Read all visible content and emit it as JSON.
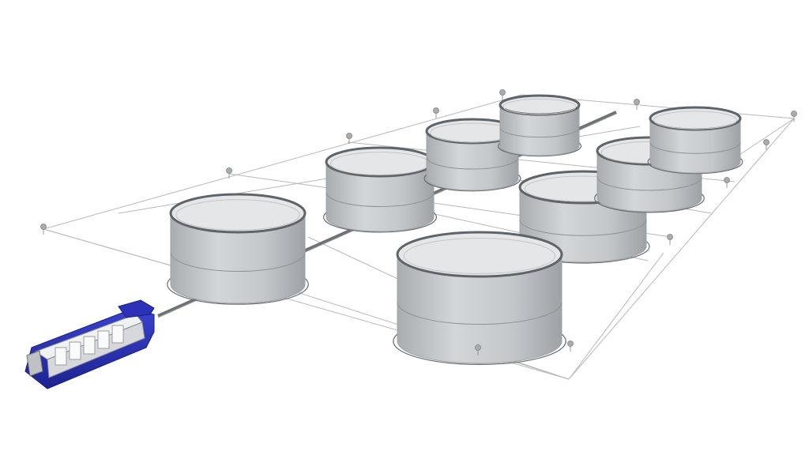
{
  "scene": {
    "background": "#ffffff",
    "objects": [
      "circular-fish-pen",
      "mooring-grid",
      "mooring-buoy",
      "feed-pipe",
      "feed-barge"
    ],
    "pen_count": 8,
    "colors": {
      "pen_wall": "#c9ccce",
      "pen_wall_shadow": "#9fa3a6",
      "pen_rim": "#5e6468",
      "pen_inner": "#e4e6e7",
      "mooring_lines": "#b9b9b9",
      "feed_pipe": "#6f7275",
      "barge_hull": "#2b32b8",
      "barge_deck": "#e6e7ea",
      "buoy": "#a9acae"
    }
  }
}
